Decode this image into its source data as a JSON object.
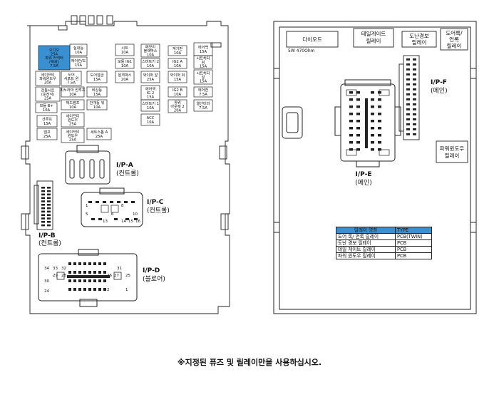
{
  "left_panel": {
    "fuses": [
      {
        "id": "f_blue",
        "lines": [
          "오디오",
          "25A",
          "파워 커넥터",
          "/택배1",
          "7.5A"
        ]
      },
      {
        "id": "f1",
        "lines": [
          "실내등",
          "10A"
        ]
      },
      {
        "id": "f2",
        "lines": [
          "시트",
          "10A"
        ]
      },
      {
        "id": "f3",
        "lines": [
          "메모리",
          "블랙박스",
          "10A"
        ]
      },
      {
        "id": "f4",
        "lines": [
          "계기판",
          "10A"
        ]
      },
      {
        "id": "f5",
        "lines": [
          "에어백",
          "15A"
        ]
      },
      {
        "id": "f6",
        "lines": [
          "에어컨/도",
          "15A"
        ]
      },
      {
        "id": "f7",
        "lines": [
          "모듈 IG1",
          "10A"
        ]
      },
      {
        "id": "f8",
        "lines": [
          "스마트키 2",
          "10A"
        ]
      },
      {
        "id": "f9",
        "lines": [
          "IG2 A",
          "10A"
        ]
      },
      {
        "id": "f10",
        "lines": [
          "시트히터",
          "뒤",
          "15A"
        ]
      },
      {
        "id": "f11",
        "lines": [
          "세이프티",
          "파워윈도우",
          "20A"
        ]
      },
      {
        "id": "f12",
        "lines": [
          "도어",
          "서포트 윈",
          "7.5A"
        ]
      },
      {
        "id": "f13",
        "lines": [
          "도어잠금",
          "15A"
        ]
      },
      {
        "id": "f14",
        "lines": [
          "원격박스",
          "20A"
        ]
      },
      {
        "id": "f15",
        "lines": [
          "와이퍼 앞",
          "25A"
        ]
      },
      {
        "id": "f16",
        "lines": [
          "와이퍼 뒤",
          "15A"
        ]
      },
      {
        "id": "f17",
        "lines": [
          "시트히터",
          "앞",
          "15A"
        ]
      },
      {
        "id": "f18",
        "lines": [
          "전동시트",
          "(운전석)",
          "25A"
        ]
      },
      {
        "id": "f19",
        "lines": [
          "파노라마 썬루프",
          "10A"
        ]
      },
      {
        "id": "f20",
        "lines": [
          "비상등",
          "15A"
        ]
      },
      {
        "id": "f21",
        "lines": [
          "에어백",
          "IG 2",
          "15A"
        ]
      },
      {
        "id": "f22",
        "lines": [
          "IG2 B",
          "10A"
        ]
      },
      {
        "id": "f23",
        "lines": [
          "에어컨",
          "7.5A"
        ]
      },
      {
        "id": "f24",
        "lines": [
          "모듈 B+",
          "10A"
        ]
      },
      {
        "id": "f25",
        "lines": [
          "헤드램프",
          "10A"
        ]
      },
      {
        "id": "f26",
        "lines": [
          "안개등 뒤",
          "10A"
        ]
      },
      {
        "id": "f27",
        "lines": [
          "스마트키 1",
          "10A"
        ]
      },
      {
        "id": "f28",
        "lines": [
          "파워",
          "아웃렛 2",
          "20A"
        ]
      },
      {
        "id": "f29",
        "lines": [
          "열선미러",
          "7.5A"
        ]
      },
      {
        "id": "f30",
        "lines": [
          "선루프",
          "15A"
        ]
      },
      {
        "id": "f31",
        "lines": [
          "세이프티",
          "윈도우",
          "25A"
        ]
      },
      {
        "id": "f32",
        "lines": [
          "ACC",
          "10A"
        ]
      },
      {
        "id": "f33",
        "lines": [
          "앰프",
          "25A"
        ]
      },
      {
        "id": "f34",
        "lines": [
          "세이프티",
          "윈도우",
          "25A"
        ]
      },
      {
        "id": "f35",
        "lines": [
          "세트스톱 A",
          "25A"
        ]
      }
    ],
    "connectors": {
      "ipa": {
        "title": "I/P-A",
        "sub": "(컨트롤)"
      },
      "ipb": {
        "title": "I/P-B",
        "sub": "(컨트롤)"
      },
      "ipc": {
        "title": "I/P-C",
        "sub": "(컨트롤)"
      },
      "ipd": {
        "title": "I/P-D",
        "sub": "(블로어)"
      }
    },
    "ipc_pins": [
      "1",
      "5",
      "8",
      "10",
      "6",
      "13",
      "14",
      "15",
      "16"
    ],
    "ipd_pins": [
      "34",
      "33",
      "32",
      "31",
      "30",
      "29",
      "28",
      "27",
      "26",
      "25",
      "24",
      "2",
      "1"
    ]
  },
  "right_panel": {
    "diode": {
      "label": "다이오드",
      "spec": "5W 470Ohm"
    },
    "tail_relay": {
      "lines": [
        "테일게이트",
        "릴레이"
      ]
    },
    "theft_relay": {
      "lines": [
        "도난경보",
        "릴레이"
      ]
    },
    "doorlock_relay": {
      "lines": [
        "도어록/",
        "언록",
        "릴레이"
      ]
    },
    "ipf": {
      "title": "I/P-F",
      "sub": "(메인)"
    },
    "ipe": {
      "title": "I/P-E",
      "sub": "(메인)"
    },
    "window_relay": {
      "lines": [
        "파워윈도우",
        "릴레이"
      ]
    },
    "table": {
      "headers": [
        "릴레이 명칭",
        "TYPE"
      ],
      "rows": [
        [
          "도어 록/ 언록 릴레이",
          "PCB(TWIN)"
        ],
        [
          "도난 경보 릴레이",
          "PCB"
        ],
        [
          "테일 게이트 릴레이",
          "PCB"
        ],
        [
          "파워 윈도우 릴레이",
          "PCB"
        ]
      ]
    }
  },
  "notice": "※지정된 퓨즈 및 릴레이만을 사용하십시오.",
  "colors": {
    "fuse_blue": "#3a8fd0",
    "line": "#222222"
  }
}
